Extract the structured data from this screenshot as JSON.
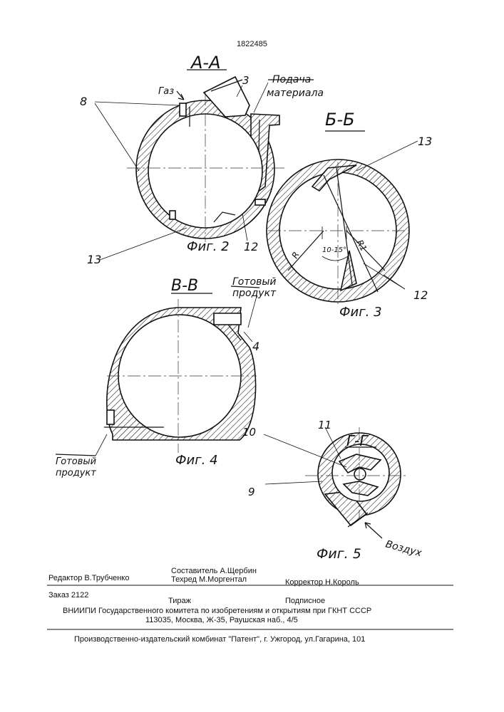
{
  "patent_number": "1822485",
  "sections": {
    "a_a": "A-A",
    "b_b": "Б-Б",
    "v_v": "В-В",
    "g_g": "Г-Г"
  },
  "figures": {
    "fig2": "Фиг. 2",
    "fig3": "Фиг. 3",
    "fig4": "Фиг. 4",
    "fig5": "Фиг. 5"
  },
  "labels": {
    "gas": "Газ",
    "material_feed_1": "Подача",
    "material_feed_2": "материала",
    "product_1": "Готовый",
    "product_2": "продукт",
    "product_left_1": "Готовый",
    "product_left_2": "продукт",
    "air": "Воздух",
    "radius_r": "R",
    "radius_r1": "R1",
    "angle": "10-15°"
  },
  "callouts": {
    "n3": "3",
    "n4": "4",
    "n8": "8",
    "n9": "9",
    "n10": "10",
    "n11": "11",
    "n12a": "12",
    "n12b": "12",
    "n13a": "13",
    "n13b": "13"
  },
  "imprint": {
    "editor": "Редактор В.Трубченко",
    "composer": "Составитель А.Щербин",
    "techeditor": "Техред М.Моргентал",
    "corrector": "Корректор  Н.Король",
    "order": "Заказ  2122",
    "circulation": "Тираж",
    "subscription": "Подписное",
    "institute": "ВНИИПИ Государственного комитета по изобретениям и открытиям при ГКНТ СССР",
    "address": "113035, Москва, Ж-35, Раушская наб., 4/5",
    "publisher": "Производственно-издательский комбинат \"Патент\", г. Ужгород, ул.Гагарина, 101"
  }
}
